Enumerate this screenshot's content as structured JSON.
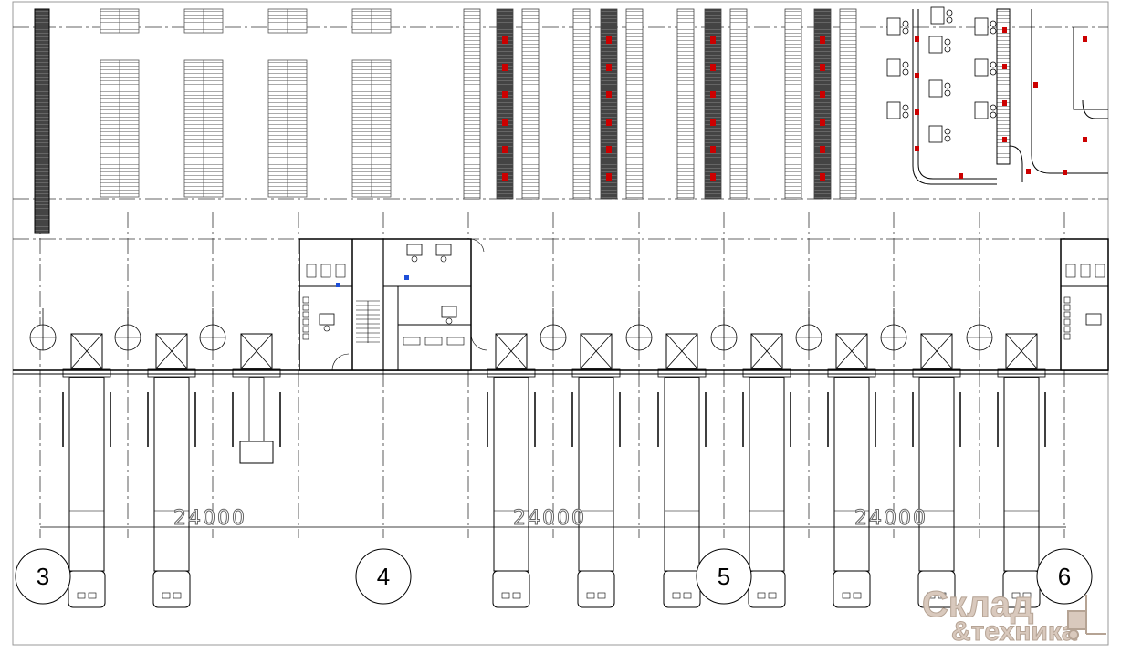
{
  "drawing": {
    "dimensions": [
      {
        "id": "dim-3-4",
        "label": "24000"
      },
      {
        "id": "dim-4-5",
        "label": "24000"
      },
      {
        "id": "dim-5-6",
        "label": "24000"
      }
    ],
    "axes": [
      {
        "id": "axis-3",
        "label": "3"
      },
      {
        "id": "axis-4",
        "label": "4"
      },
      {
        "id": "axis-5",
        "label": "5"
      },
      {
        "id": "axis-6",
        "label": "6"
      }
    ]
  },
  "logo": {
    "line1": "Склад",
    "line2": "&техника"
  },
  "colors": {
    "line": "#000000",
    "rack": "#555555",
    "conveyor_mark": "#cc0000",
    "logo": "#d9c9bd",
    "office_marker": "#1e4fd8"
  }
}
